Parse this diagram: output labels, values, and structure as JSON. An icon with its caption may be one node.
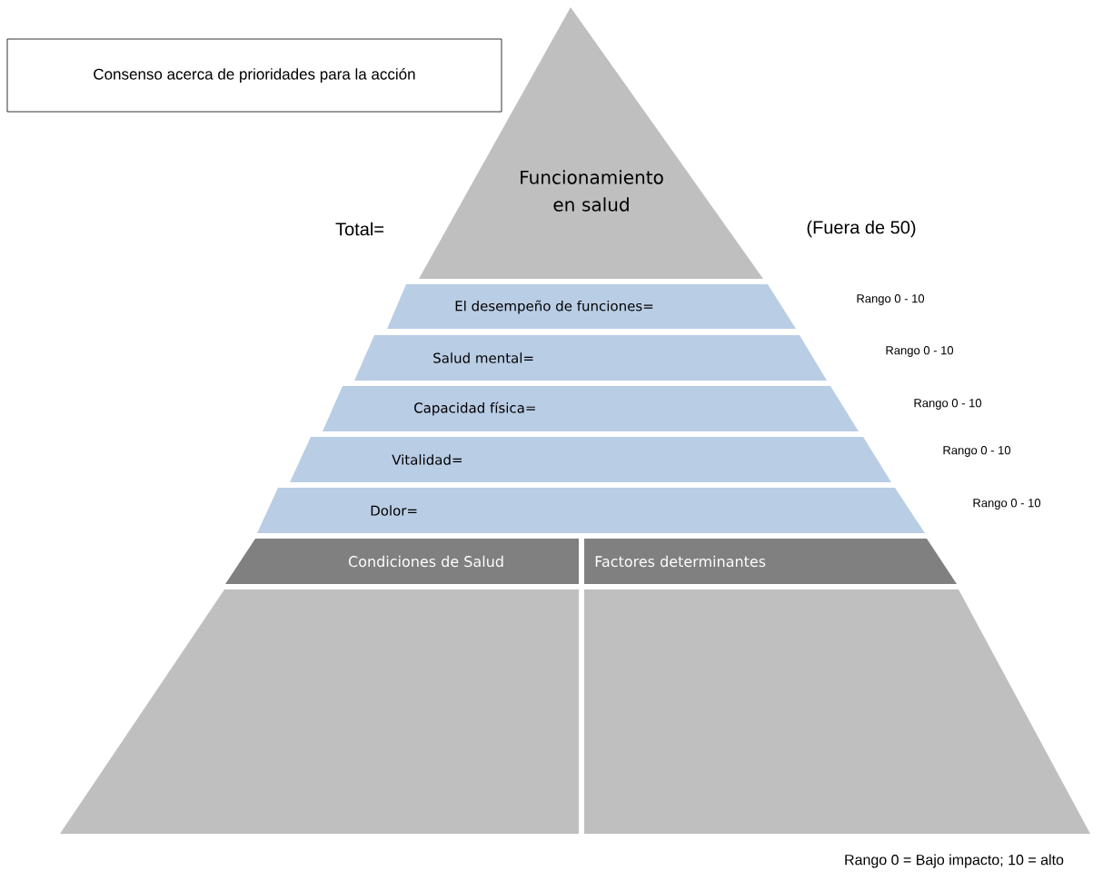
{
  "diagram": {
    "nodes": [
      {
        "text": [
          "Consenso acerca de prioridades para la acción"
        ]
      },
      {
        "text": [
          "Funcionamiento en salud"
        ]
      },
      {
        "text": [
          "El desempeño de funciones="
        ]
      },
      {
        "text": [
          "Salud mental="
        ]
      },
      {
        "text": [
          "Capacidad física="
        ]
      },
      {
        "text": [
          "Vitalidad="
        ]
      },
      {
        "text": [
          "Dolor="
        ]
      },
      {
        "text": [
          "Condiciones de Salud"
        ]
      },
      {
        "text": [
          "Factores determinantes"
        ]
      },
      {
        "text": [],
        "shape": "box"
      },
      {
        "text": [],
        "shape": "box"
      }
    ],
    "labels": [
      "Total=",
      "(Fuera de 50)",
      "Rango 0 - 10",
      "Rango 0 - 10",
      "Rango 0 - 10",
      "Rango 0 - 10",
      "Rango 0 - 10",
      "Rango 0 = Bajo impacto; 10 = alto"
    ]
  }
}
